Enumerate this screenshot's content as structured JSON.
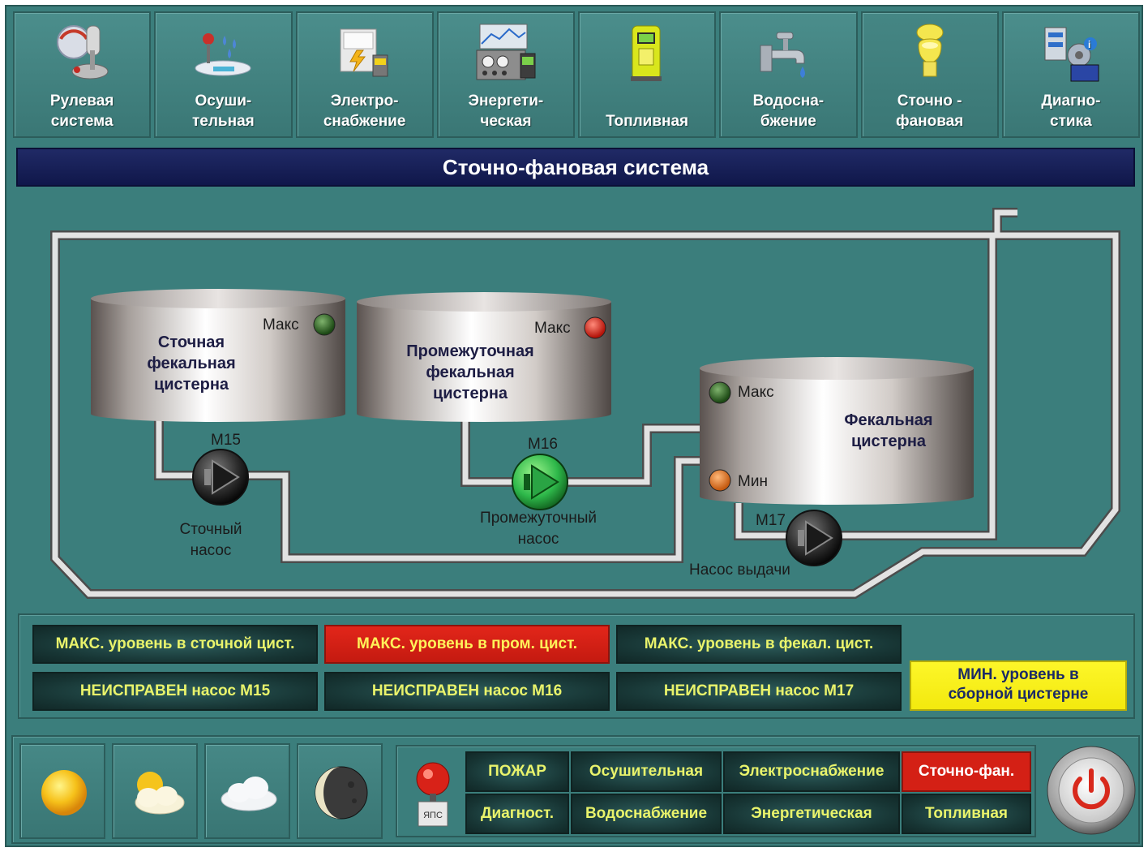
{
  "nav": [
    {
      "label": "Рулевая\nсистема",
      "icon": "joystick-icon"
    },
    {
      "label": "Осуши-\nтельная",
      "icon": "drying-icon"
    },
    {
      "label": "Электро-\nснабжение",
      "icon": "power-supply-icon"
    },
    {
      "label": "Энергети-\nческая",
      "icon": "energy-monitor-icon"
    },
    {
      "label": "Топливная",
      "icon": "fuel-pump-icon"
    },
    {
      "label": "Водосна-\nбжение",
      "icon": "water-tap-icon"
    },
    {
      "label": "Сточно -\nфановая",
      "icon": "toilet-icon"
    },
    {
      "label": "Диагно-\nстика",
      "icon": "diagnostics-icon"
    }
  ],
  "title": "Сточно-фановая система",
  "tanks": {
    "sewage": {
      "name_1": "Сточная",
      "name_2": "фекальная",
      "name_3": "цистерна",
      "max_label": "Макс",
      "max_state": "green"
    },
    "intermediate": {
      "name_1": "Промежуточная",
      "name_2": "фекальная",
      "name_3": "цистерна",
      "max_label": "Макс",
      "max_state": "red"
    },
    "fecal": {
      "name_1": "Фекальная",
      "name_2": "цистерна",
      "max_label": "Макс",
      "min_label": "Мин",
      "max_state": "green",
      "min_state": "orange"
    }
  },
  "pumps": {
    "m15": {
      "id": "M15",
      "name_1": "Сточный",
      "name_2": "насос",
      "state": "off"
    },
    "m16": {
      "id": "M16",
      "name_1": "Промежуточный",
      "name_2": "насос",
      "state": "on"
    },
    "m17": {
      "id": "M17",
      "name_1": "Насос выдачи",
      "state": "off"
    }
  },
  "alarms": {
    "max_sewage": "МАКС. уровень в сточной цист.",
    "max_intermediate": "МАКС. уровень в пром. цист.",
    "max_fecal": "МАКС. уровень в фекал. цист.",
    "fault_m15": "НЕИСПРАВЕН насос М15",
    "fault_m16": "НЕИСПРАВЕН насос М16",
    "fault_m17": "НЕИСПРАВЕН насос М17",
    "min_collection": "МИН. уровень в\nсборной цистерне"
  },
  "weather": [
    "sun-icon",
    "partly-cloudy-icon",
    "cloudy-icon",
    "moon-icon"
  ],
  "bell": {
    "icon": "fire-alarm-bell-icon",
    "caption": "ЯПС"
  },
  "bottom_nav": {
    "fire": "ПОЖАР",
    "drying": "Осушительная",
    "power_supply": "Электроснабжение",
    "sewage": "Сточно-фан.",
    "diagnostics": "Диагност.",
    "water": "Водоснабжение",
    "energy": "Энергетическая",
    "fuel": "Топливная"
  },
  "colors": {
    "background": "#3b7e7c",
    "title_bar": "#161f58",
    "alarm_text": "#e9f36b",
    "alarm_active": "#d42015",
    "warning": "#f7ef14",
    "pump_on": "#2eb84a",
    "indicator_red": "#e0281a",
    "indicator_green": "#2e6a22",
    "indicator_orange": "#e07420"
  }
}
